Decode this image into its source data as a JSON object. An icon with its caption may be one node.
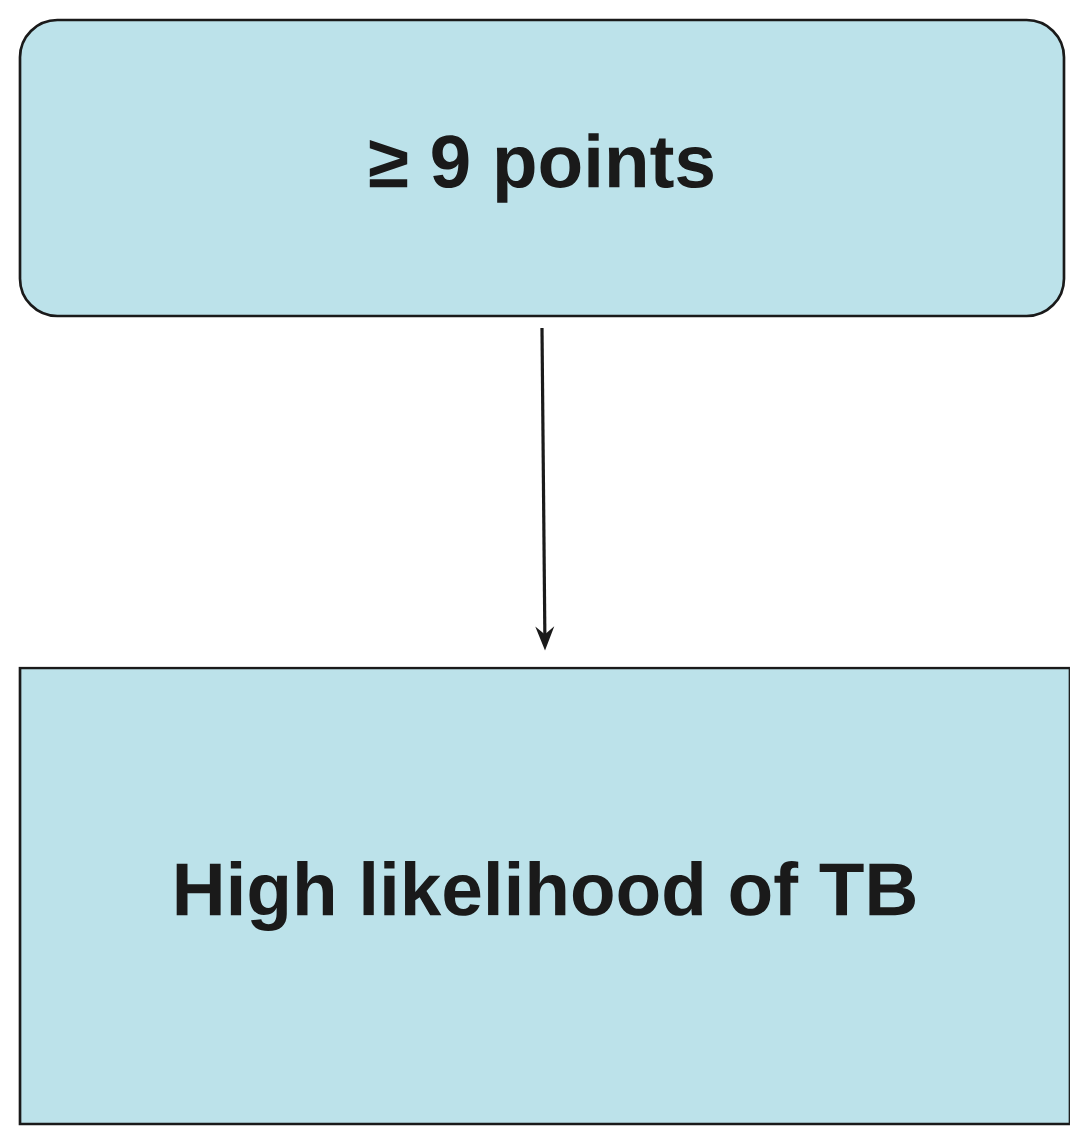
{
  "diagram": {
    "nodes": [
      {
        "text": [
          "≥ 9 points"
        ]
      },
      {
        "text": [
          "High likelihood of TB"
        ]
      }
    ],
    "edges": [
      {
        "from": 0,
        "to": 1,
        "arrow": "to"
      }
    ]
  }
}
